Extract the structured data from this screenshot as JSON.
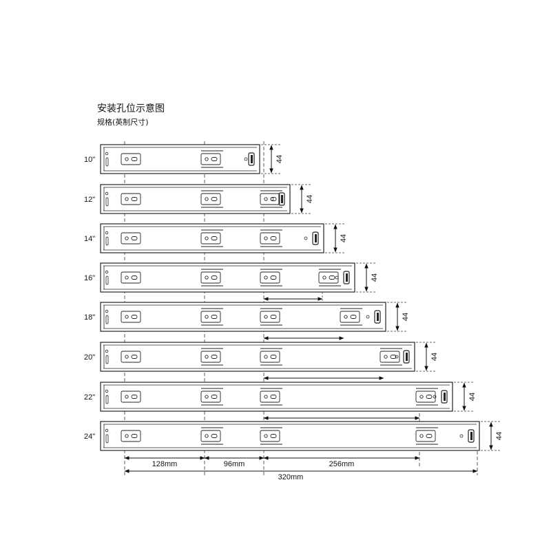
{
  "title": "安装孔位示意图",
  "subtitle": "规格(英制尺寸)",
  "rails": [
    {
      "size": "10\"",
      "height": "44",
      "spacing": ""
    },
    {
      "size": "12\"",
      "height": "44",
      "spacing": ""
    },
    {
      "size": "14\"",
      "height": "44",
      "spacing": ""
    },
    {
      "size": "16\"",
      "height": "44",
      "spacing": "96mm"
    },
    {
      "size": "18\"",
      "height": "44",
      "spacing": "128mm"
    },
    {
      "size": "20\"",
      "height": "44",
      "spacing": "192mm"
    },
    {
      "size": "22\"",
      "height": "44",
      "spacing": "256mm"
    },
    {
      "size": "24\"",
      "height": "44",
      "spacing": ""
    }
  ],
  "bottom_dimensions": {
    "first": "128mm",
    "second": "96mm",
    "third": "256mm",
    "total": "320mm"
  }
}
